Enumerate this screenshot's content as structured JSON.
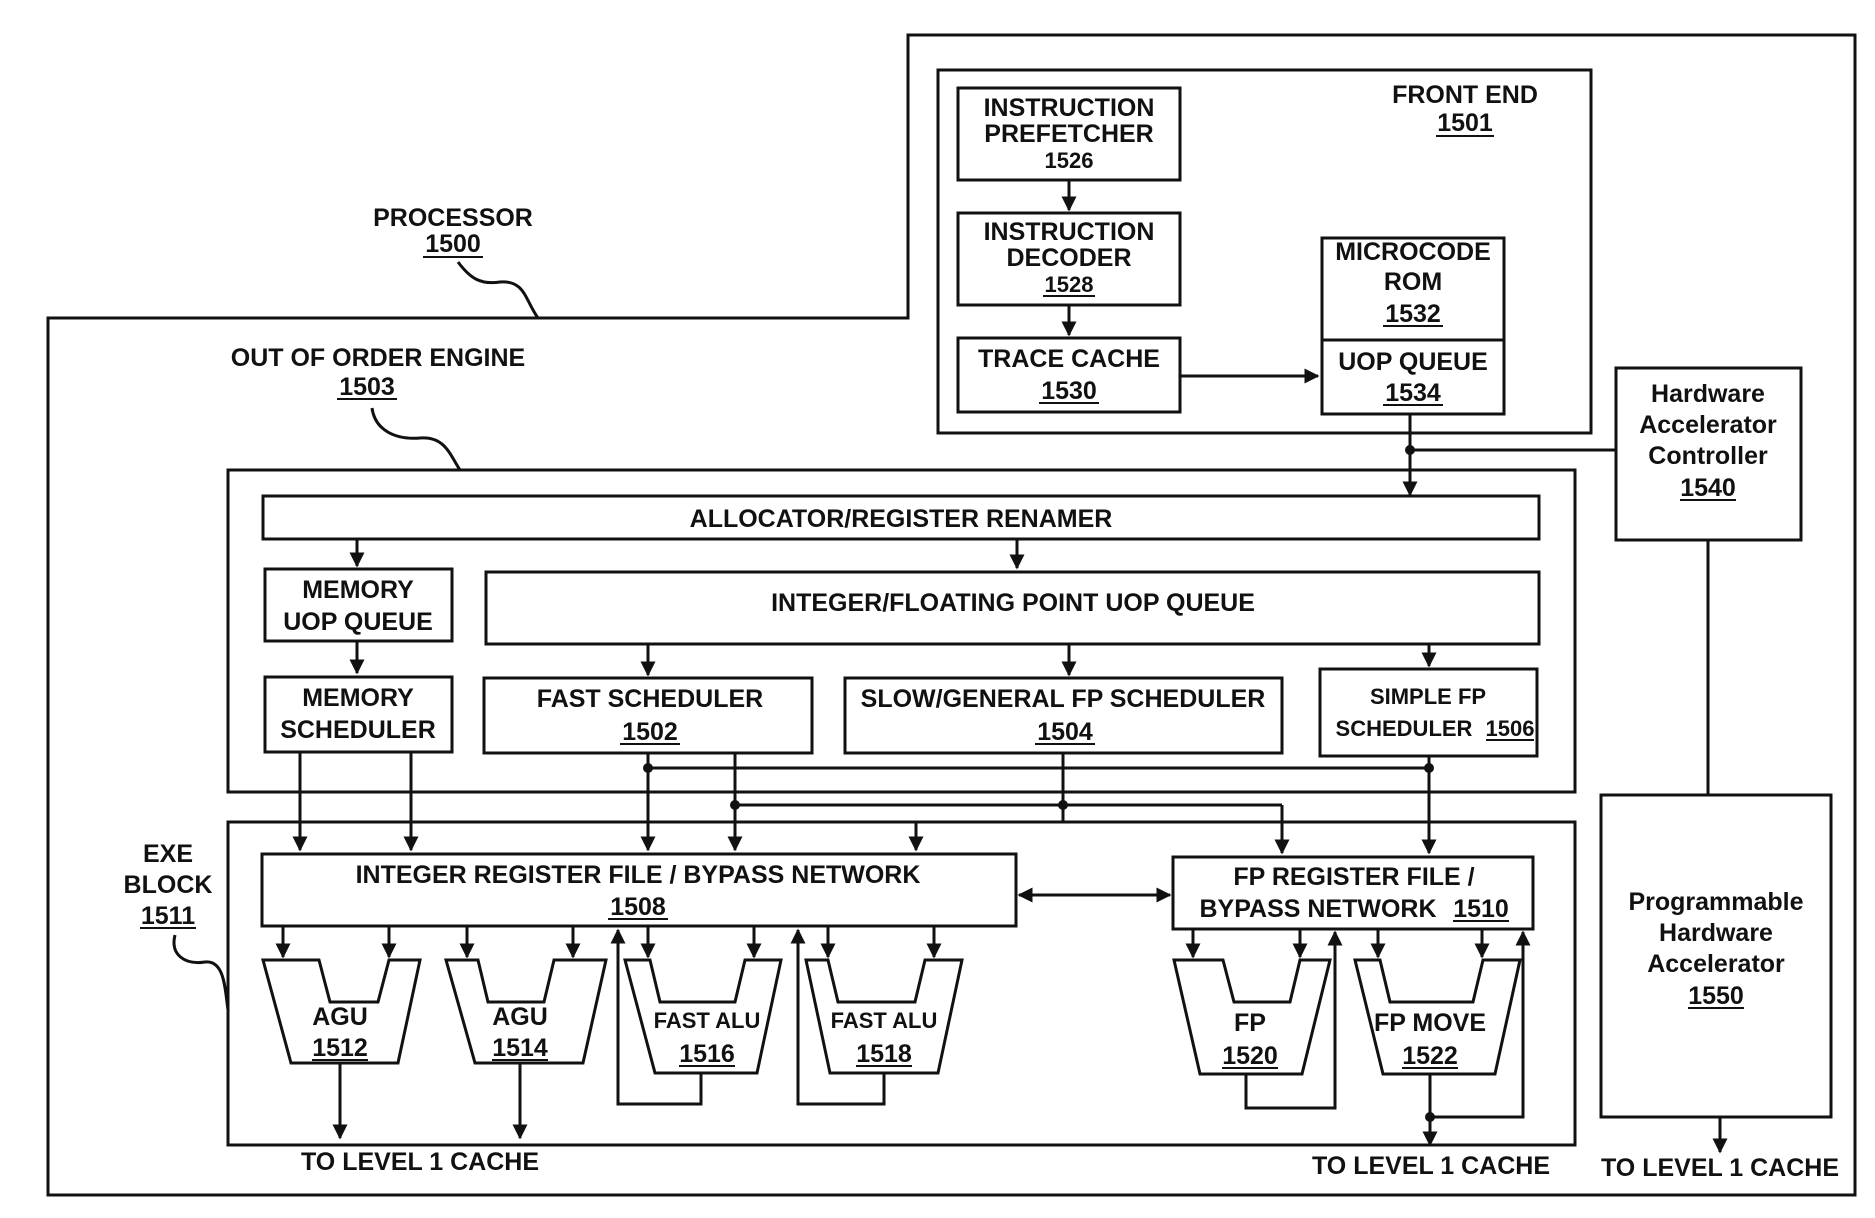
{
  "processor": {
    "label": "PROCESSOR",
    "ref": "1500"
  },
  "front_end": {
    "label": "FRONT END",
    "ref": "1501"
  },
  "out_of_order_engine": {
    "label": "OUT OF ORDER ENGINE",
    "ref": "1503"
  },
  "exe_block": {
    "line1": "EXE",
    "line2": "BLOCK",
    "ref": "1511"
  },
  "instruction_prefetcher": {
    "line1": "INSTRUCTION",
    "line2": "PREFETCHER",
    "ref": "1526"
  },
  "instruction_decoder": {
    "line1": "INSTRUCTION",
    "line2": "DECODER",
    "ref": "1528"
  },
  "trace_cache": {
    "label": "TRACE CACHE",
    "ref": "1530"
  },
  "microcode_rom": {
    "line1": "MICROCODE",
    "line2": "ROM",
    "ref": "1532"
  },
  "uop_queue": {
    "label": "UOP QUEUE",
    "ref": "1534"
  },
  "hw_accel_controller": {
    "line1": "Hardware",
    "line2": "Accelerator",
    "line3": "Controller",
    "ref": "1540"
  },
  "programmable_hw_accel": {
    "line1": "Programmable",
    "line2": "Hardware",
    "line3": "Accelerator",
    "ref": "1550"
  },
  "allocator": {
    "label": "ALLOCATOR/REGISTER RENAMER"
  },
  "memory_uop_queue": {
    "line1": "MEMORY",
    "line2": "UOP QUEUE"
  },
  "int_fp_uop_queue": {
    "label": "INTEGER/FLOATING POINT UOP QUEUE"
  },
  "memory_scheduler": {
    "line1": "MEMORY",
    "line2": "SCHEDULER"
  },
  "fast_scheduler": {
    "label": "FAST SCHEDULER",
    "ref": "1502"
  },
  "slow_fp_scheduler": {
    "label": "SLOW/GENERAL FP SCHEDULER",
    "ref": "1504"
  },
  "simple_fp_scheduler": {
    "line1": "SIMPLE FP",
    "line2": "SCHEDULER",
    "ref": "1506"
  },
  "int_register_file": {
    "label": "INTEGER REGISTER FILE / BYPASS NETWORK",
    "ref": "1508"
  },
  "fp_register_file": {
    "line1": "FP REGISTER FILE /",
    "line2": "BYPASS NETWORK",
    "ref": "1510"
  },
  "units": [
    {
      "label": "AGU",
      "ref": "1512"
    },
    {
      "label": "AGU",
      "ref": "1514"
    },
    {
      "label": "FAST ALU",
      "ref": "1516"
    },
    {
      "label": "FAST ALU",
      "ref": "1518"
    },
    {
      "label": "FP",
      "ref": "1520"
    },
    {
      "label": "FP MOVE",
      "ref": "1522"
    }
  ],
  "to_cache": [
    "TO LEVEL 1 CACHE",
    "TO LEVEL 1 CACHE",
    "TO LEVEL 1 CACHE"
  ]
}
